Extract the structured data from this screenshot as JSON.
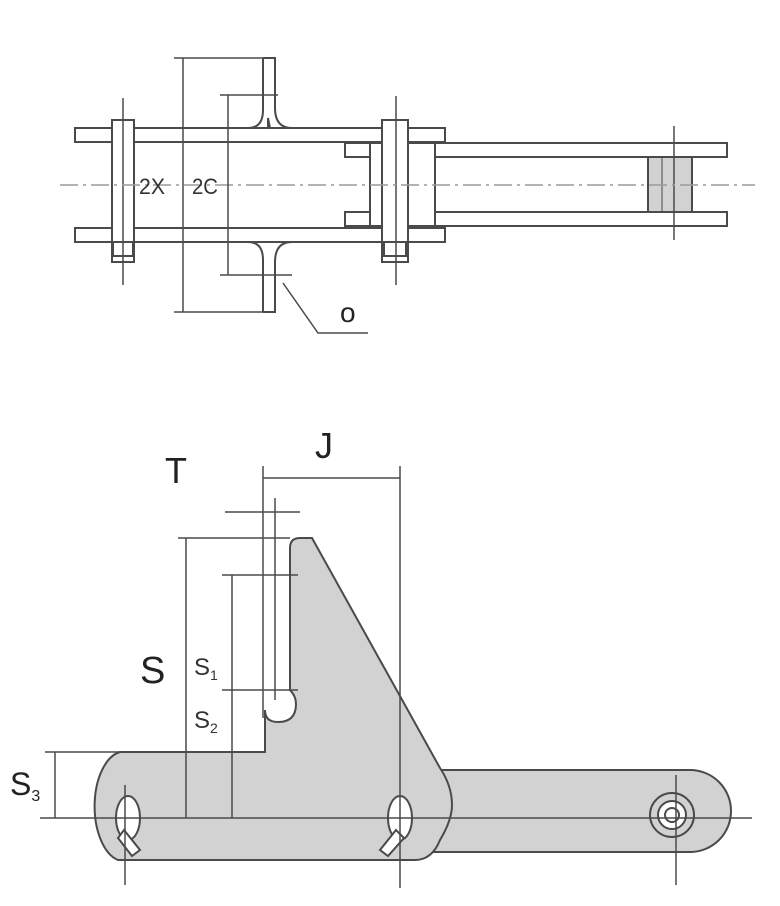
{
  "colors": {
    "outline": "#4a4a4a",
    "fill": "#d2d2d2",
    "centerline": "#9a9a9a",
    "text": "#222222"
  },
  "top_view": {
    "labels": {
      "pin_spacing": "2X",
      "attachment_spacing": "2C",
      "hole_diameter": "o"
    }
  },
  "side_view": {
    "labels": {
      "J": "J",
      "T": "T",
      "S": "S",
      "S1_base": "S",
      "S1_sub": "1",
      "S2_base": "S",
      "S2_sub": "2",
      "S3_base": "S",
      "S3_sub": "3"
    }
  }
}
